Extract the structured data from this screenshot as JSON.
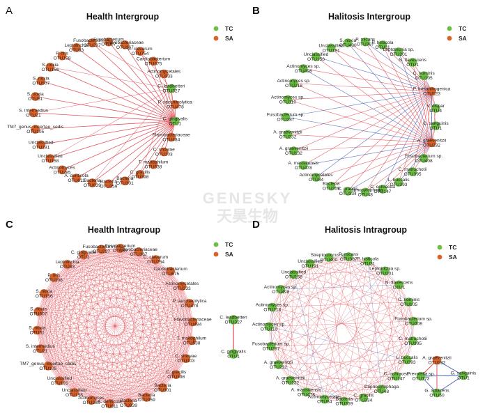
{
  "colors": {
    "tc": "#6cbe45",
    "sa": "#d9622b",
    "edge_pos": "#e0454f",
    "edge_neg": "#3f5ab3"
  },
  "watermark": {
    "line1": "GENESKY",
    "line2": "天昊生物"
  },
  "panels": [
    {
      "letter": "A",
      "title": "Health Intergroup",
      "legend": [
        {
          "label": "TC",
          "group": "TC"
        },
        {
          "label": "SA",
          "group": "SA"
        }
      ],
      "nodes": [
        {
          "label": "Fusobacterium sp. OTU287",
          "group": "SA"
        },
        {
          "label": "Fusobacterium OTU67",
          "group": "SA"
        },
        {
          "label": "Flavobacteriaceae OTU367",
          "group": "SA"
        },
        {
          "label": "C. clavarum OTU754",
          "group": "SA"
        },
        {
          "label": "Cardiobacterium OTU675",
          "group": "SA"
        },
        {
          "label": "Actinomycetales OTU333",
          "group": "SA"
        },
        {
          "label": "C. leadbetteri OTU327",
          "group": "TC"
        },
        {
          "label": "P. saccharolytica OTU478",
          "group": "SA"
        },
        {
          "label": "C. gingivalis OTU1",
          "group": "TC"
        },
        {
          "label": "Flavobacteriaceae OTU484",
          "group": "SA"
        },
        {
          "label": "C. showae OTU103",
          "group": "SA"
        },
        {
          "label": "T. maltophilum OTU538",
          "group": "SA"
        },
        {
          "label": "C. gracilis OTU398",
          "group": "SA"
        },
        {
          "label": "Bacteria OTU301",
          "group": "SA"
        },
        {
          "label": "Bacteria OTU359",
          "group": "SA"
        },
        {
          "label": "Bacteria OTU839",
          "group": "SA"
        },
        {
          "label": "A. denticola OTU611",
          "group": "SA"
        },
        {
          "label": "Actinomyces OTU285",
          "group": "SA"
        },
        {
          "label": "Unclassified OTU158",
          "group": "SA"
        },
        {
          "label": "Unclassified OTU191",
          "group": "SA"
        },
        {
          "label": "TM7_genus_incertae_sedis OTU105",
          "group": "SA"
        },
        {
          "label": "S. intermedius OTU21",
          "group": "SA"
        },
        {
          "label": "S. noxia OTU51",
          "group": "SA"
        },
        {
          "label": "S. noxia OTU507",
          "group": "SA"
        },
        {
          "label": "S. noxia OTU156",
          "group": "SA"
        },
        {
          "label": "P. oris OTU198",
          "group": "SA"
        },
        {
          "label": "Leptotrichia OTU83",
          "group": "SA"
        }
      ]
    },
    {
      "letter": "B",
      "title": "Halitosis Intergroup",
      "legend": [
        {
          "label": "TC",
          "group": "TC"
        },
        {
          "label": "SA",
          "group": "SA"
        }
      ],
      "nodes": [
        {
          "label": "S. noxia OTU400",
          "group": "TC"
        },
        {
          "label": "P. micans OTU387",
          "group": "TC"
        },
        {
          "label": "P. histicola OTU31",
          "group": "TC"
        },
        {
          "label": "Leptotrichia sp. OTU201",
          "group": "TC"
        },
        {
          "label": "N. flavescens OTU1",
          "group": "TC"
        },
        {
          "label": "C. hominis OTU105",
          "group": "TC"
        },
        {
          "label": "P. melaninogenica OTU123",
          "group": "SA"
        },
        {
          "label": "V. dispar OTU4",
          "group": "TC"
        },
        {
          "label": "G. sanguinis OTU1",
          "group": "TC"
        },
        {
          "label": "A. graevenitzii OTU232",
          "group": "SA"
        },
        {
          "label": "Fusobacterium sp. OTU408",
          "group": "TC"
        },
        {
          "label": "C. matruchotii OTU395",
          "group": "TC"
        },
        {
          "label": "L. buccalis OTU393",
          "group": "TC"
        },
        {
          "label": "C. ochracea OTU147",
          "group": "TC"
        },
        {
          "label": "Capnocytophaga OTU48",
          "group": "TC"
        },
        {
          "label": "C. gracilis OTU334",
          "group": "TC"
        },
        {
          "label": "Bacteria OTU359",
          "group": "TC"
        },
        {
          "label": "Actinomycetales OTU84",
          "group": "TC"
        },
        {
          "label": "A. massiliensis OTU478",
          "group": "TC"
        },
        {
          "label": "A. graevenitzii OTU132",
          "group": "TC"
        },
        {
          "label": "A. graevenitzii OTU232",
          "group": "TC"
        },
        {
          "label": "Fusobacterium sp. OTU287",
          "group": "TC"
        },
        {
          "label": "Actinomyces sp. OTU110",
          "group": "TC"
        },
        {
          "label": "Actinomyces sp. OTU218",
          "group": "TC"
        },
        {
          "label": "Actinomyces sp. OTU498",
          "group": "TC"
        },
        {
          "label": "Unclassified OTU158",
          "group": "TC"
        },
        {
          "label": "Unclassified OTU191",
          "group": "TC"
        }
      ]
    },
    {
      "letter": "C",
      "title": "Health Intragroup",
      "legend": [
        {
          "label": "TC",
          "group": "TC"
        },
        {
          "label": "SA",
          "group": "SA"
        }
      ],
      "nodes": [
        {
          "label": "Fusobacterium sp. OTU287",
          "group": "SA"
        },
        {
          "label": "Fusobacterium OTU67",
          "group": "SA"
        },
        {
          "label": "Flavobacteriaceae OTU367",
          "group": "SA"
        },
        {
          "label": "C. clavarum OTU754",
          "group": "SA"
        },
        {
          "label": "Cardiobacterium OTU675",
          "group": "SA"
        },
        {
          "label": "Actinomycetales OTU333",
          "group": "SA"
        },
        {
          "label": "P. saccharolytica OTU478",
          "group": "SA"
        },
        {
          "label": "Flavobacteriaceae OTU484",
          "group": "SA"
        },
        {
          "label": "T. maltophilum OTU538",
          "group": "SA"
        },
        {
          "label": "C. showae OTU103",
          "group": "SA"
        },
        {
          "label": "C. gracilis OTU398",
          "group": "SA"
        },
        {
          "label": "Bacteria OTU301",
          "group": "SA"
        },
        {
          "label": "Bacteria OTU359",
          "group": "SA"
        },
        {
          "label": "Bacteria OTU839",
          "group": "SA"
        },
        {
          "label": "A. denticola OTU611",
          "group": "SA"
        },
        {
          "label": "Actinomyces OTU285",
          "group": "SA"
        },
        {
          "label": "Unclassified OTU158",
          "group": "SA"
        },
        {
          "label": "Unclassified OTU191",
          "group": "SA"
        },
        {
          "label": "TM7_genus_incertae_sedis OTU105",
          "group": "SA"
        },
        {
          "label": "S. intermedius OTU21",
          "group": "SA"
        },
        {
          "label": "S. noxia OTU51",
          "group": "SA"
        },
        {
          "label": "S. noxia OTU507",
          "group": "SA"
        },
        {
          "label": "S. noxia OTU156",
          "group": "SA"
        },
        {
          "label": "P. oris OTU198",
          "group": "SA"
        },
        {
          "label": "Leptotrichia OTU83",
          "group": "SA"
        },
        {
          "label": "C. gingivalis OTU1",
          "group": "SA"
        }
      ],
      "pair": [
        {
          "label": "C. leadbetteri OTU327",
          "group": "TC"
        },
        {
          "label": "C. gingivalis OTU1",
          "group": "TC"
        }
      ]
    },
    {
      "letter": "D",
      "title": "Halitosis Intragroup",
      "legend": [
        {
          "label": "TC",
          "group": "TC"
        },
        {
          "label": "SA",
          "group": "SA"
        }
      ],
      "nodes": [
        {
          "label": "Streptococcus sp. OTU400",
          "group": "TC"
        },
        {
          "label": "P. micans OTU387",
          "group": "TC"
        },
        {
          "label": "P. histicola OTU31",
          "group": "TC"
        },
        {
          "label": "Leptotrichia sp. OTU201",
          "group": "TC"
        },
        {
          "label": "N. flavescens OTU1",
          "group": "TC"
        },
        {
          "label": "C. hominis OTU105",
          "group": "TC"
        },
        {
          "label": "Fusobacterium sp. OTU408",
          "group": "TC"
        },
        {
          "label": "C. matruchotii OTU395",
          "group": "TC"
        },
        {
          "label": "L. buccalis OTU393",
          "group": "TC"
        },
        {
          "label": "C. ochracea OTU147",
          "group": "TC"
        },
        {
          "label": "Capnocytophaga OTU48",
          "group": "TC"
        },
        {
          "label": "C. gracilis OTU334",
          "group": "TC"
        },
        {
          "label": "Bacteria OTU359",
          "group": "TC"
        },
        {
          "label": "Actinomycetales OTU84",
          "group": "TC"
        },
        {
          "label": "A. massiliensis OTU478",
          "group": "TC"
        },
        {
          "label": "A. graevenitzii OTU132",
          "group": "TC"
        },
        {
          "label": "A. graevenitzii OTU232",
          "group": "TC"
        },
        {
          "label": "Fusobacterium sp. OTU287",
          "group": "TC"
        },
        {
          "label": "Actinomyces sp. OTU110",
          "group": "TC"
        },
        {
          "label": "Actinomyces sp. OTU218",
          "group": "TC"
        },
        {
          "label": "Actinomyces sp. OTU498",
          "group": "TC"
        },
        {
          "label": "Unclassified OTU158",
          "group": "TC"
        },
        {
          "label": "Unclassified OTU191",
          "group": "TC"
        }
      ],
      "side": [
        {
          "label": "A. graevenitzii OTU232",
          "group": "SA"
        },
        {
          "label": "Prevotella sp. OTU173",
          "group": "TC"
        },
        {
          "label": "G. sanguinis OTU1",
          "group": "TC"
        },
        {
          "label": "G. adiacens OTU50",
          "group": "TC"
        }
      ]
    }
  ]
}
